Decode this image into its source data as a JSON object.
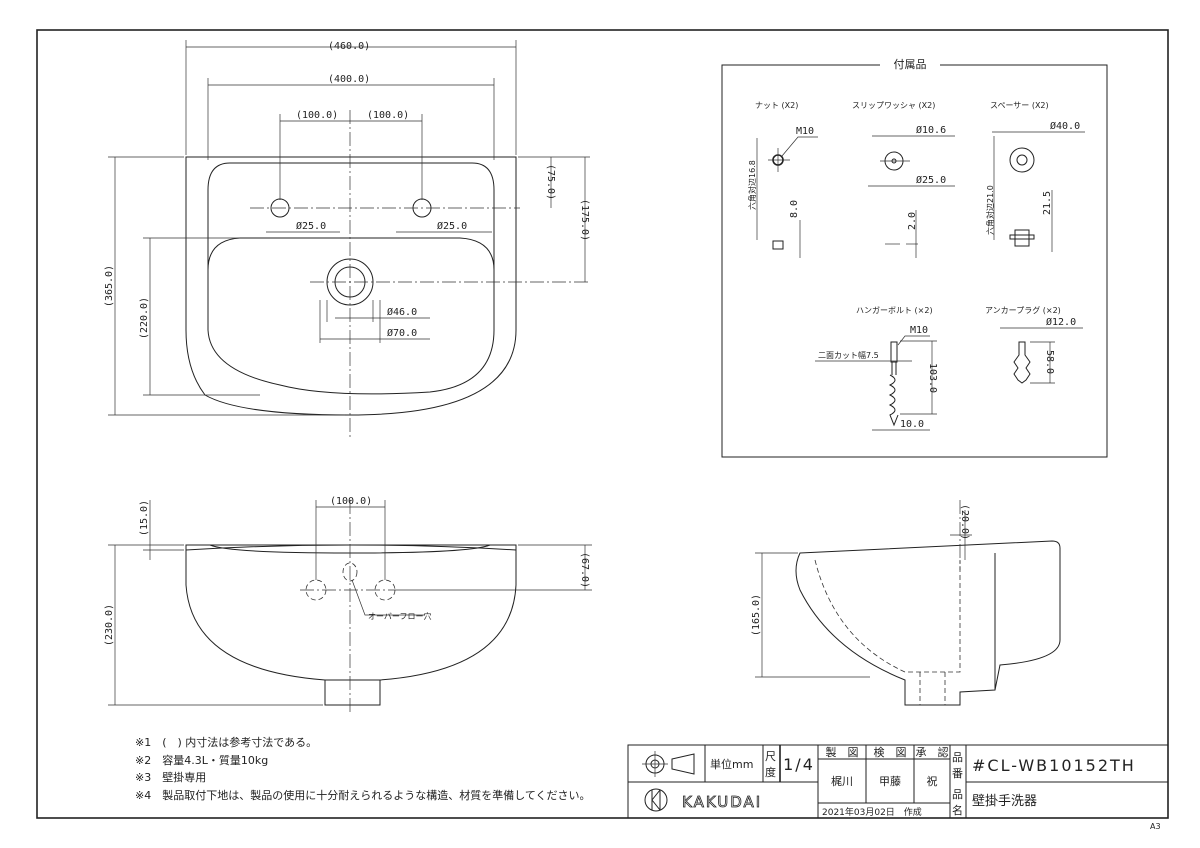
{
  "top_view": {
    "dims": {
      "w460": "(460.0)",
      "w400": "(400.0)",
      "c100a": "(100.0)",
      "c100b": "(100.0)",
      "h75": "(75.0)",
      "h175": "(175.0)",
      "h365": "(365.0)",
      "h220": "(220.0)",
      "hole1": "Ø25.0",
      "hole2": "Ø25.0",
      "drain46": "Ø46.0",
      "drain70": "Ø70.0"
    }
  },
  "front_view": {
    "dims": {
      "c100": "(100.0)",
      "h15": "(15.0)",
      "h230": "(230.0)",
      "h67": "(67.0)"
    },
    "overflow_label": "オーバーフロー穴"
  },
  "side_view": {
    "dims": {
      "h165": "(165.0)",
      "h20": "(20.0)"
    }
  },
  "accessories": {
    "title": "付属品",
    "nut": {
      "label": "ナット (X2)",
      "m": "M10",
      "hex": "六角対辺16.8",
      "t": "8.0"
    },
    "washer": {
      "label": "スリップワッシャ (X2)",
      "inner": "Ø10.6",
      "outer": "Ø25.0",
      "t": "2.0"
    },
    "spacer": {
      "label": "スペーサー (X2)",
      "d": "Ø40.0",
      "hex": "六角対辺21.0",
      "h": "21.5"
    },
    "bolt": {
      "label": "ハンガーボルト (×2)",
      "m": "M10",
      "cut": "二面カット幅7.5",
      "len": "103.0",
      "d": "10.0"
    },
    "plug": {
      "label": "アンカープラグ (×2)",
      "d": "Ø12.0",
      "len": "58.0"
    }
  },
  "notes": [
    "※1　(　) 内寸法は参考寸法である。",
    "※2　容量4.3L・質量10kg",
    "※3　壁掛専用",
    "※4　製品取付下地は、製品の使用に十分耐えられるような構造、材質を準備してください。"
  ],
  "title_block": {
    "unit": "単位mm",
    "scale_label_1": "尺",
    "scale_label_2": "度",
    "scale": "1/4",
    "drawn_h": "製　図",
    "checked_h": "検　図",
    "approved_h": "承　認",
    "drawn": "梶川",
    "checked": "甲藤",
    "approved": "祝",
    "date": "2021年03月02日　作成",
    "part_no_label_1": "品",
    "part_no_label_2": "番",
    "part_no": "#CL-WB10152TH",
    "name_label_1": "品",
    "name_label_2": "名",
    "name": "壁掛手洗器",
    "logo": "KAKUDAI",
    "sheet": "A3"
  }
}
